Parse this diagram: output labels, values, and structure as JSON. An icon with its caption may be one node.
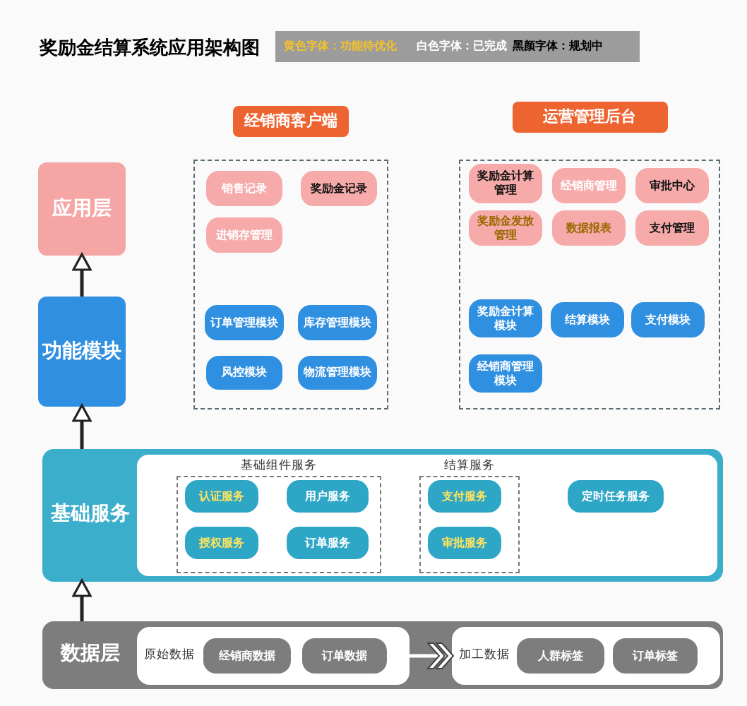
{
  "diagram": {
    "title": "奖励金结算系统应用架构图",
    "nodes": [
      {
        "text": [
          "应用层"
        ]
      },
      {
        "text": [
          "功能模块"
        ]
      },
      {
        "text": [
          "经销商客户端"
        ]
      },
      {
        "text": [
          "销售记录"
        ],
        "in": 2
      },
      {
        "text": [
          "奖励金记录"
        ],
        "in": 2
      },
      {
        "text": [
          "进销存管理"
        ],
        "in": 2
      },
      {
        "text": [
          "订单管理模块"
        ],
        "in": 2
      },
      {
        "text": [
          "库存管理模块"
        ],
        "in": 2
      },
      {
        "text": [
          "风控模块"
        ],
        "in": 2
      },
      {
        "text": [
          "物流管理模块"
        ],
        "in": 2
      },
      {
        "text": [
          "运营管理后台"
        ]
      },
      {
        "text": [
          "奖励金计算管理"
        ],
        "in": 10
      },
      {
        "text": [
          "经销商管理"
        ],
        "in": 10
      },
      {
        "text": [
          "审批中心"
        ],
        "in": 10
      },
      {
        "text": [
          "奖励金发放管理"
        ],
        "in": 10
      },
      {
        "text": [
          "数据报表"
        ],
        "in": 10
      },
      {
        "text": [
          "支付管理"
        ],
        "in": 10
      },
      {
        "text": [
          "奖励金计算模块"
        ],
        "in": 10
      },
      {
        "text": [
          "结算模块"
        ],
        "in": 10
      },
      {
        "text": [
          "支付模块"
        ],
        "in": 10
      },
      {
        "text": [
          "经销商管理模块"
        ],
        "in": 10
      },
      {
        "text": [
          "基础服务"
        ]
      },
      {
        "text": [
          "基础组件服务"
        ],
        "in": 21
      },
      {
        "text": [
          "认证服务"
        ],
        "in": 22
      },
      {
        "text": [
          "用户服务"
        ],
        "in": 22
      },
      {
        "text": [
          "授权服务"
        ],
        "in": 22
      },
      {
        "text": [
          "订单服务"
        ],
        "in": 22
      },
      {
        "text": [
          "结算服务"
        ],
        "in": 21
      },
      {
        "text": [
          "支付服务"
        ],
        "in": 27
      },
      {
        "text": [
          "审批服务"
        ],
        "in": 27
      },
      {
        "text": [
          "定时任务服务"
        ],
        "in": 21
      },
      {
        "text": [
          "数据层"
        ]
      },
      {
        "text": [
          "原始数据"
        ],
        "in": 31
      },
      {
        "text": [
          "经销商数据"
        ],
        "in": 32
      },
      {
        "text": [
          "订单数据"
        ],
        "in": 32
      },
      {
        "text": [
          "加工数据"
        ],
        "in": 31
      },
      {
        "text": [
          "人群标签"
        ],
        "in": 35
      },
      {
        "text": [
          "订单标签"
        ],
        "in": 35
      }
    ],
    "edges": [
      {
        "from": 31,
        "to": 21,
        "arrow": "to"
      },
      {
        "from": 21,
        "to": 1,
        "arrow": "to"
      },
      {
        "from": 1,
        "to": 0,
        "arrow": "to"
      },
      {
        "from": 32,
        "to": 35,
        "arrow": "to",
        "color": "#ffffff"
      }
    ],
    "legend": [
      {
        "text": "黄色字体：功能待优化",
        "color": "#f2c12e"
      },
      {
        "text": "白色字体：已完成",
        "color": "#ffffff"
      },
      {
        "text": "黑颜字体：规划中",
        "color": "#000000"
      }
    ]
  }
}
